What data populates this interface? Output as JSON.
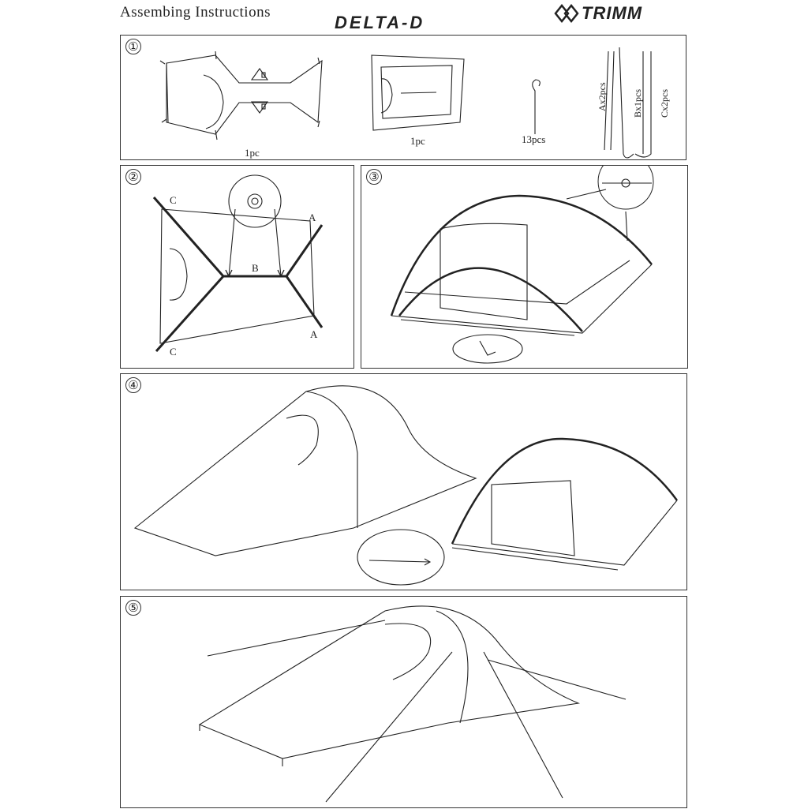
{
  "header": {
    "title": "Assembing Instructions",
    "model": "DELTA-D",
    "brand": "TRIMM"
  },
  "steps": [
    {
      "number": "①",
      "labels": {
        "fly": "1pc",
        "inner": "1pc",
        "pegs": "13pcs",
        "pole_a": "Ax2pcs",
        "pole_b": "Bx1pcs",
        "pole_c": "Cx2pcs"
      }
    },
    {
      "number": "②",
      "labels": {
        "a_top": "A",
        "a_bottom": "A",
        "b": "B",
        "c_top": "C",
        "c_bottom": "C"
      }
    },
    {
      "number": "③"
    },
    {
      "number": "④"
    },
    {
      "number": "⑤"
    }
  ],
  "colors": {
    "line": "#222222",
    "border": "#333333",
    "background": "#ffffff"
  }
}
